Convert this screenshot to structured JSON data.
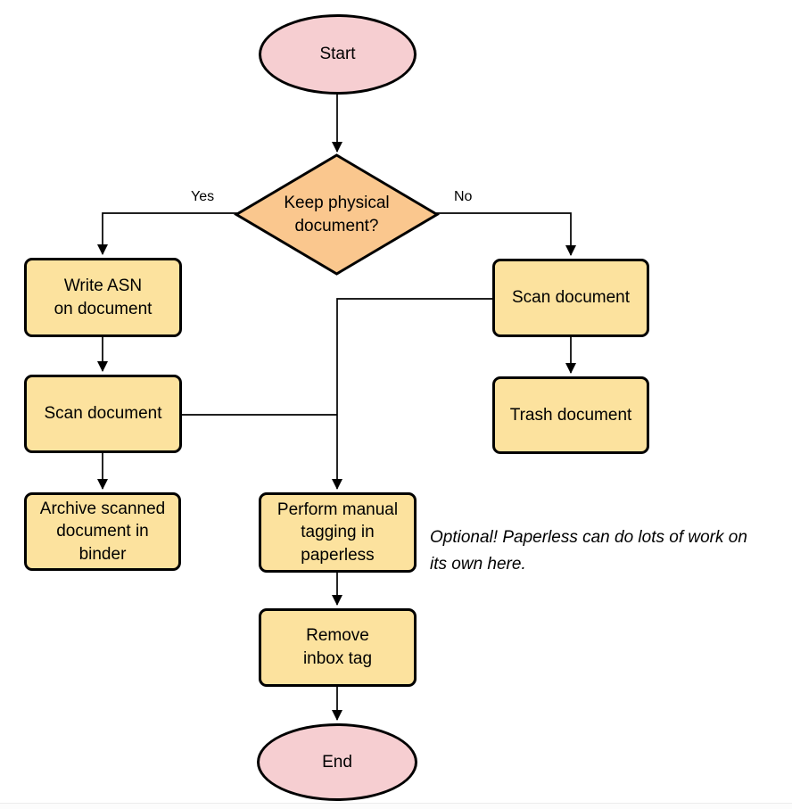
{
  "diagram": {
    "type": "flowchart",
    "nodes": {
      "start": {
        "type": "terminator",
        "label": "Start"
      },
      "decision": {
        "type": "decision",
        "label": "Keep physical\ndocument?"
      },
      "write_asn": {
        "type": "process",
        "label": "Write ASN\non document"
      },
      "scan_left": {
        "type": "process",
        "label": "Scan document"
      },
      "archive": {
        "type": "process",
        "label": "Archive scanned\ndocument in\nbinder"
      },
      "scan_right": {
        "type": "process",
        "label": "Scan document"
      },
      "trash": {
        "type": "process",
        "label": "Trash document"
      },
      "tagging": {
        "type": "process",
        "label": "Perform manual\ntagging in\npaperless"
      },
      "remove_inbox": {
        "type": "process",
        "label": "Remove\ninbox tag"
      },
      "end": {
        "type": "terminator",
        "label": "End"
      }
    },
    "edge_labels": {
      "yes": "Yes",
      "no": "No"
    },
    "annotation": "Optional! Paperless can do lots of work on\nits own here.",
    "colors": {
      "terminator_fill": "#F6CED1",
      "decision_fill": "#FAC78E",
      "process_fill": "#FCE29E",
      "stroke": "#000000"
    },
    "edges": [
      {
        "from": "start",
        "to": "decision"
      },
      {
        "from": "decision",
        "to": "write_asn",
        "label": "Yes"
      },
      {
        "from": "decision",
        "to": "scan_right",
        "label": "No"
      },
      {
        "from": "write_asn",
        "to": "scan_left"
      },
      {
        "from": "scan_left",
        "to": "archive"
      },
      {
        "from": "scan_left",
        "to": "tagging"
      },
      {
        "from": "scan_right",
        "to": "trash"
      },
      {
        "from": "scan_right",
        "to": "tagging"
      },
      {
        "from": "tagging",
        "to": "remove_inbox"
      },
      {
        "from": "remove_inbox",
        "to": "end"
      }
    ]
  }
}
